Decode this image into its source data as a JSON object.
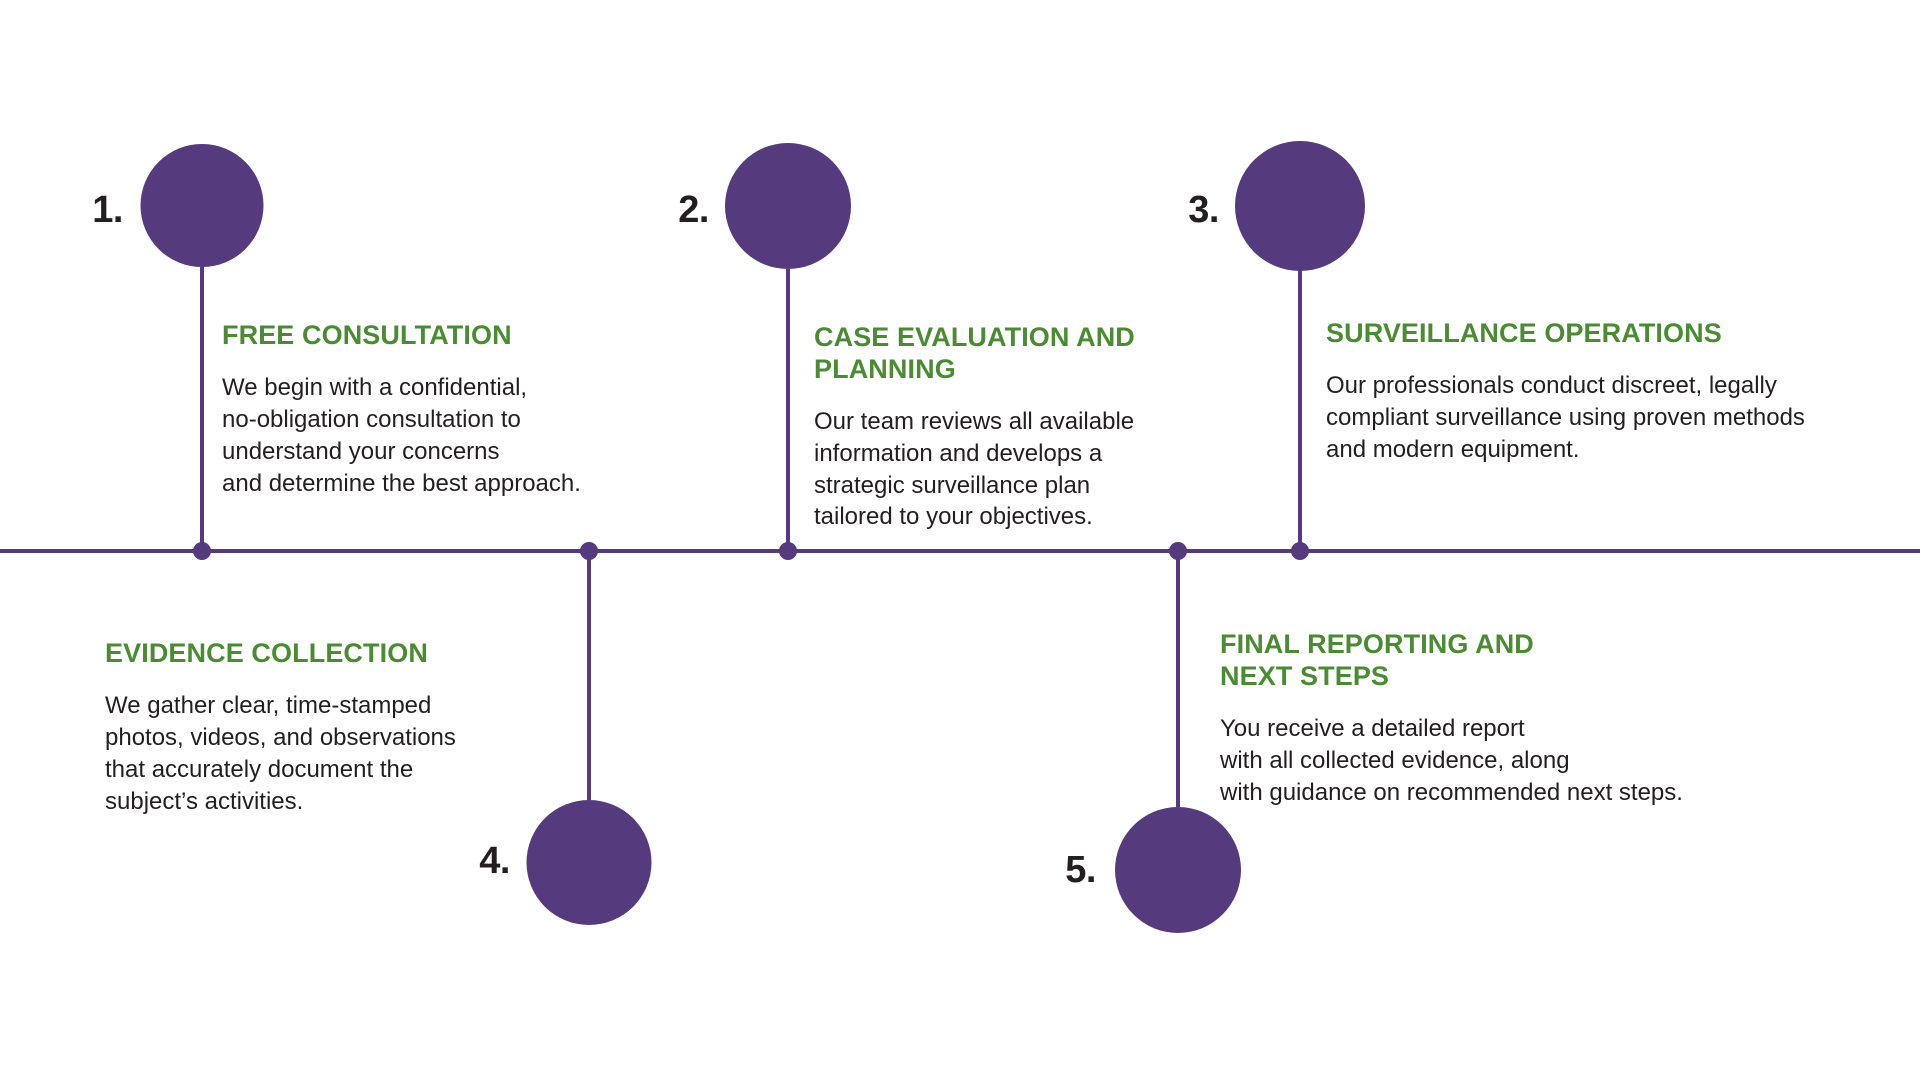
{
  "theme": {
    "purple": "#553A7E",
    "green": "#4A8B33",
    "text_dark": "#231F20",
    "background": "#FFFFFF"
  },
  "timeline": {
    "orientation": "horizontal",
    "steps": [
      {
        "number": "1.",
        "heading": "FREE CONSULTATION",
        "body": "We begin with a confidential,\nno-obligation consultation to\nunderstand your concerns\nand determine the best approach.",
        "side": "above"
      },
      {
        "number": "2.",
        "heading": "CASE EVALUATION AND\nPLANNING",
        "body": "Our team reviews all available\ninformation and develops a\nstrategic surveillance plan\ntailored to your objectives.",
        "side": "above"
      },
      {
        "number": "3.",
        "heading": "SURVEILLANCE OPERATIONS",
        "body": "Our professionals conduct discreet, legally\ncompliant surveillance using proven methods\nand modern equipment.",
        "side": "above"
      },
      {
        "number": "4.",
        "heading": "EVIDENCE COLLECTION",
        "body": "We gather clear, time-stamped\nphotos, videos, and observations\n that accurately document the\nsubject’s activities.",
        "side": "below"
      },
      {
        "number": "5.",
        "heading": "FINAL REPORTING AND\nNEXT STEPS",
        "body": "You receive a detailed report\nwith all collected evidence, along\nwith guidance on recommended next steps.",
        "side": "below"
      }
    ]
  }
}
